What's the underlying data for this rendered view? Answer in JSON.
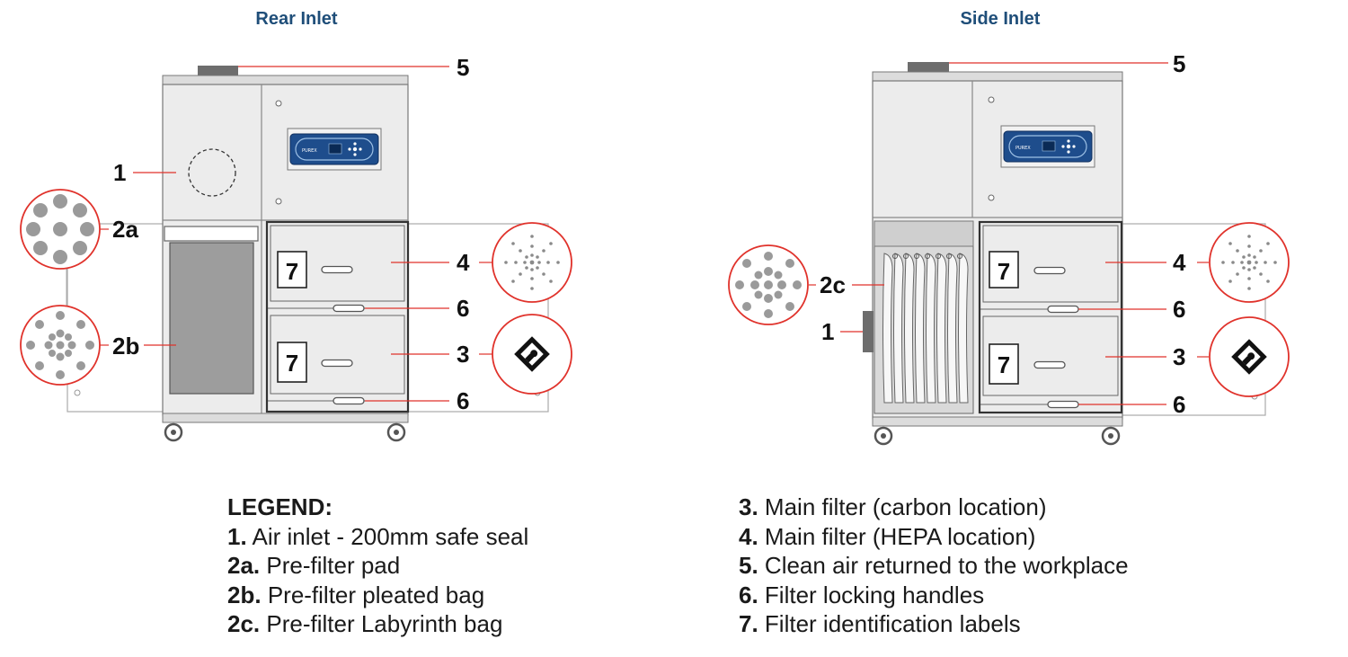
{
  "diagrams": {
    "rear": {
      "title": "Rear Inlet",
      "callouts": {
        "c1": "1",
        "c2a": "2a",
        "c2b": "2b",
        "c3": "3",
        "c4": "4",
        "c5": "5",
        "c6a": "6",
        "c6b": "6"
      },
      "labels": {
        "top": "7",
        "bottom": "7"
      }
    },
    "side": {
      "title": "Side Inlet",
      "callouts": {
        "c1": "1",
        "c2c": "2c",
        "c3": "3",
        "c4": "4",
        "c5": "5",
        "c6a": "6",
        "c6b": "6"
      },
      "labels": {
        "top": "7",
        "bottom": "7"
      }
    }
  },
  "legend": {
    "title": "LEGEND:",
    "left": [
      {
        "num": "1.",
        "text": "Air inlet - 200mm safe seal"
      },
      {
        "num": "2a.",
        "text": "Pre-filter pad"
      },
      {
        "num": "2b.",
        "text": "Pre-filter pleated bag"
      },
      {
        "num": "2c.",
        "text": "Pre-filter Labyrinth bag"
      }
    ],
    "right": [
      {
        "num": "3.",
        "text": "Main filter (carbon location)"
      },
      {
        "num": "4.",
        "text": "Main filter (HEPA location)"
      },
      {
        "num": "5.",
        "text": "Clean air returned to the workplace"
      },
      {
        "num": "6.",
        "text": "Filter locking handles"
      },
      {
        "num": "7.",
        "text": "Filter identification labels"
      }
    ]
  },
  "colors": {
    "title": "#1f4e79",
    "callout_line": "#e0322b",
    "panel": "#e9e9ea",
    "outline": "#6f6f6f",
    "display": "#1e4d8c"
  }
}
